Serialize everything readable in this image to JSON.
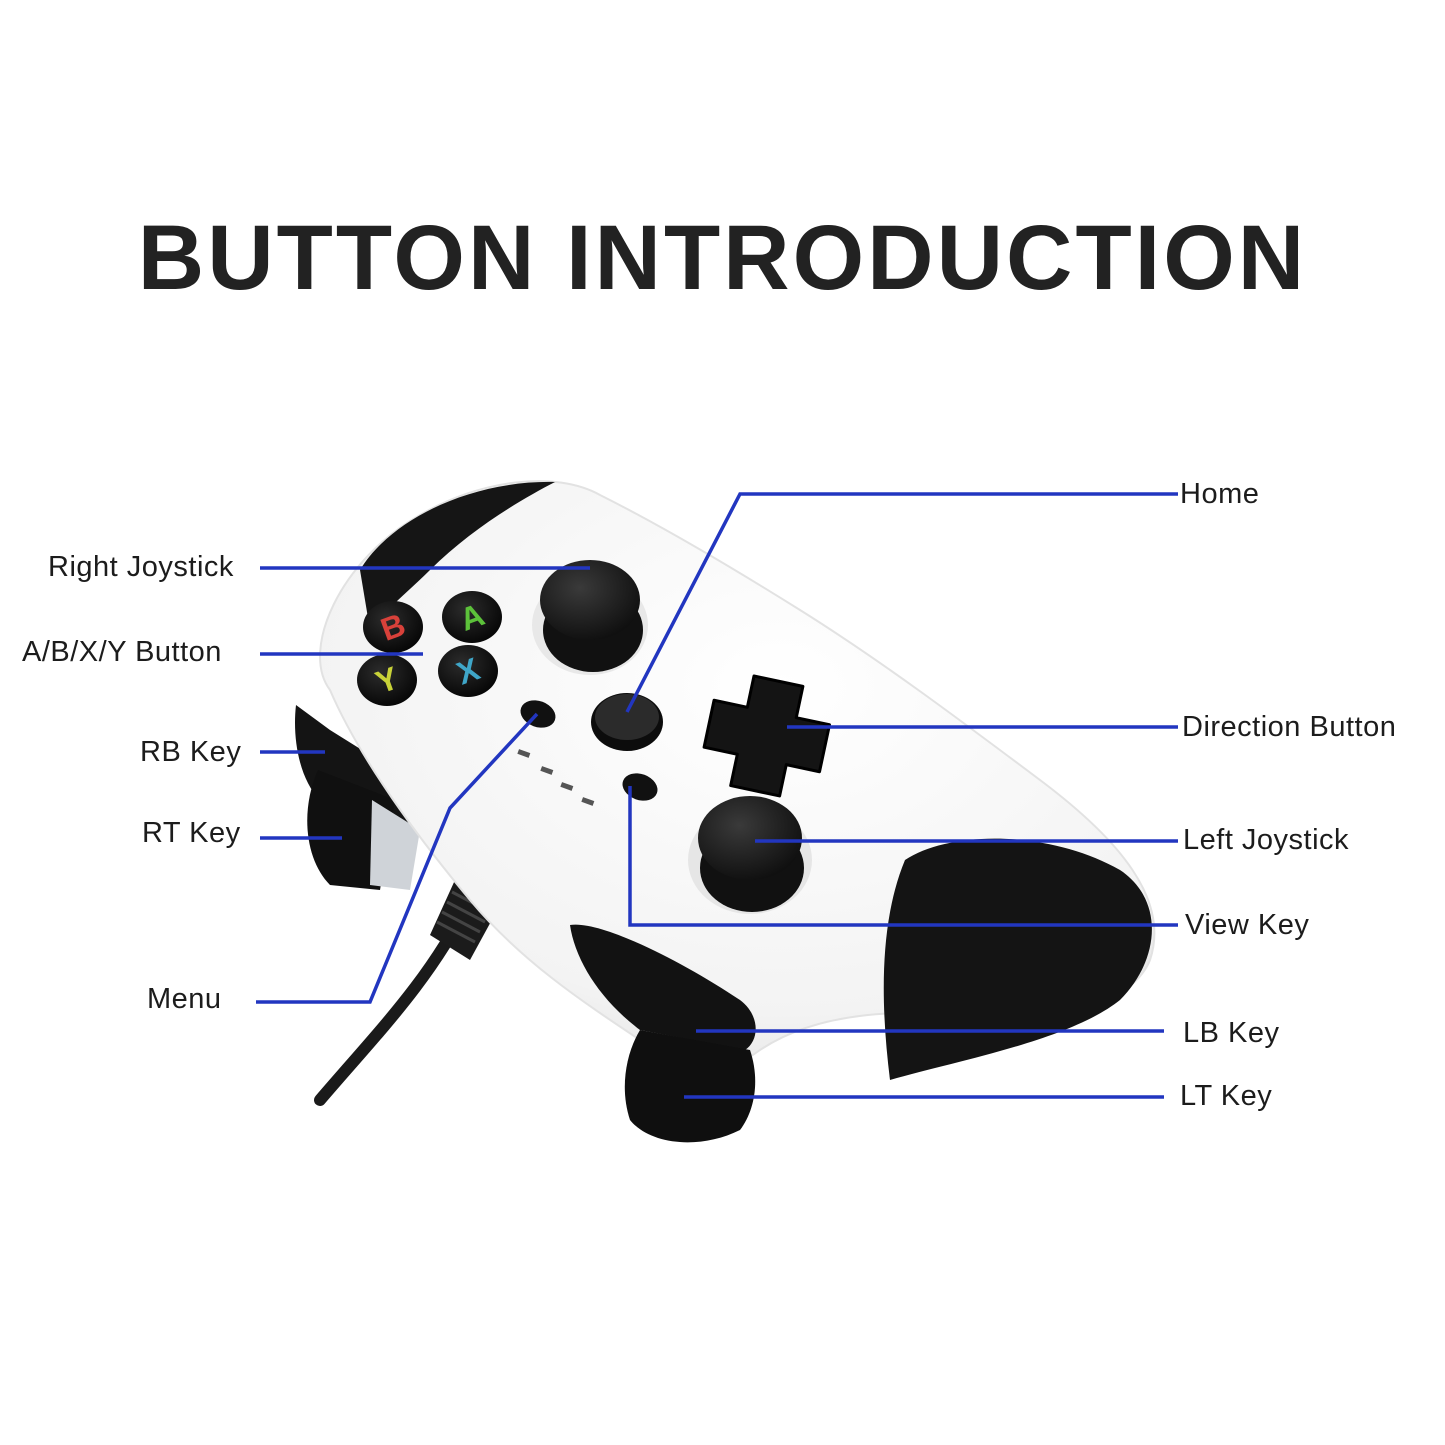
{
  "title": "BUTTON INTRODUCTION",
  "colors": {
    "leader_line": "#2236c0",
    "controller_body": "#f4f4f4",
    "controller_dark": "#161616",
    "button_b": "#d8413a",
    "button_a": "#5cc13a",
    "button_y": "#c8d238",
    "button_x": "#3fa6c8"
  },
  "face_buttons": {
    "b": "B",
    "a": "A",
    "y": "Y",
    "x": "X"
  },
  "callouts_left": [
    {
      "id": "right-joystick",
      "label": "Right Joystick"
    },
    {
      "id": "abxy-button",
      "label": "A/B/X/Y Button"
    },
    {
      "id": "rb-key",
      "label": "RB Key"
    },
    {
      "id": "rt-key",
      "label": "RT Key"
    },
    {
      "id": "menu",
      "label": "Menu"
    }
  ],
  "callouts_right": [
    {
      "id": "home",
      "label": "Home"
    },
    {
      "id": "direction-button",
      "label": "Direction Button"
    },
    {
      "id": "left-joystick",
      "label": "Left Joystick"
    },
    {
      "id": "view-key",
      "label": "View Key"
    },
    {
      "id": "lb-key",
      "label": "LB Key"
    },
    {
      "id": "lt-key",
      "label": "LT Key"
    }
  ]
}
